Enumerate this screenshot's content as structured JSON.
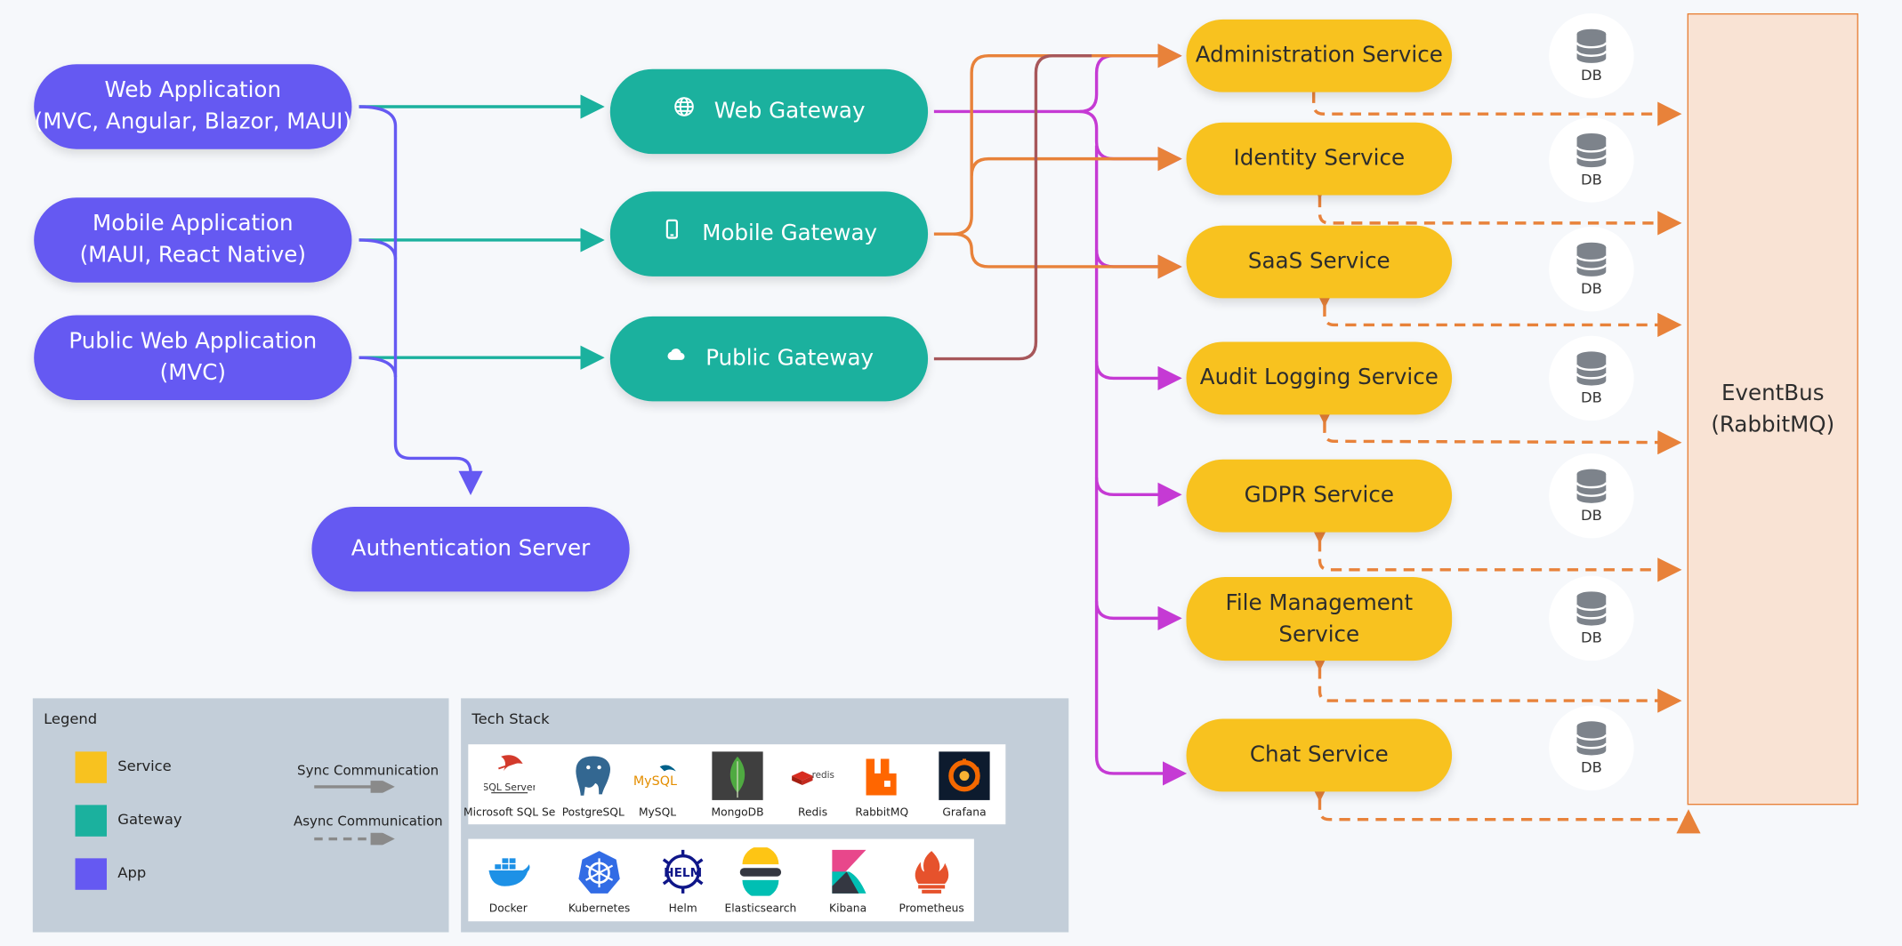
{
  "apps": [
    {
      "line1": "Web Application",
      "line2": "(MVC, Angular, Blazor, MAUI)"
    },
    {
      "line1": "Mobile Application",
      "line2": "(MAUI, React Native)"
    },
    {
      "line1": "Public Web Application",
      "line2": "(MVC)"
    }
  ],
  "auth_server": "Authentication Server",
  "gateways": {
    "web": "Web Gateway",
    "mobile": "Mobile Gateway",
    "public": "Public Gateway"
  },
  "services": [
    {
      "line1": "Administration Service",
      "line2": ""
    },
    {
      "line1": "Identity Service",
      "line2": ""
    },
    {
      "line1": "SaaS Service",
      "line2": ""
    },
    {
      "line1": "Audit Logging Service",
      "line2": ""
    },
    {
      "line1": "GDPR Service",
      "line2": ""
    },
    {
      "line1": "File Management",
      "line2": "Service"
    },
    {
      "line1": "Chat Service",
      "line2": ""
    }
  ],
  "db_label": "DB",
  "eventbus": {
    "line1": "EventBus",
    "line2": "(RabbitMQ)"
  },
  "legend": {
    "title": "Legend",
    "service": "Service",
    "gateway": "Gateway",
    "app": "App",
    "sync": "Sync Communication",
    "async": "Async Communication"
  },
  "tech_stack": {
    "title": "Tech Stack",
    "row1": [
      "Microsoft SQL Se",
      "PostgreSQL",
      "MySQL",
      "MongoDB",
      "Redis",
      "RabbitMQ",
      "Grafana"
    ],
    "row2": [
      "Docker",
      "Kubernetes",
      "Helm",
      "Elasticsearch",
      "Kibana",
      "Prometheus"
    ],
    "logo_text": {
      "sqlserver": "SQL Server",
      "mysql": "MySQL",
      "redis": "redis",
      "helm": "HELM"
    }
  },
  "colors": {
    "app": "#6559f2",
    "gateway": "#1bb19e",
    "service": "#f8c21f",
    "eventbus_fill": "#f9e3d4",
    "web_gateway_line": "#c53ad4",
    "mobile_gateway_line": "#e8823a",
    "public_gateway_line": "#a7575a",
    "async_line": "#e8823a",
    "app_line": "#1bb19e",
    "auth_line": "#6559f2"
  }
}
